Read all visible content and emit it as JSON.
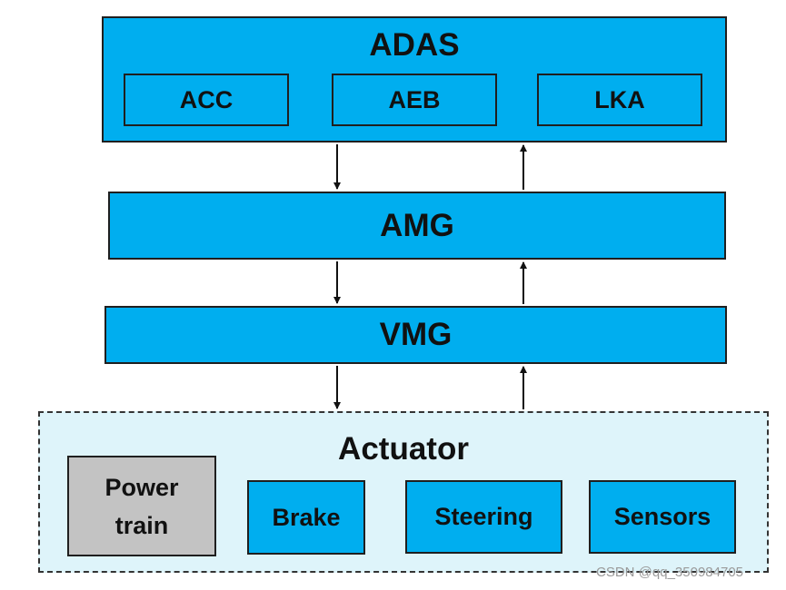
{
  "diagram": {
    "adas": {
      "title": "ADAS",
      "modules": [
        "ACC",
        "AEB",
        "LKA"
      ]
    },
    "amg": {
      "title": "AMG"
    },
    "vmg": {
      "title": "VMG"
    },
    "actuator": {
      "title": "Actuator",
      "modules": [
        "Power\ntrain",
        "Brake",
        "Steering",
        "Sensors"
      ]
    },
    "edges": [
      {
        "from": "ADAS",
        "to": "AMG"
      },
      {
        "from": "AMG",
        "to": "ADAS"
      },
      {
        "from": "AMG",
        "to": "VMG"
      },
      {
        "from": "VMG",
        "to": "AMG"
      },
      {
        "from": "VMG",
        "to": "Actuator"
      },
      {
        "from": "Actuator",
        "to": "VMG"
      }
    ],
    "colors": {
      "module_fill": "#00aeef",
      "powertrain_fill": "#c3c3c3",
      "actuator_fill": "#def4fa",
      "border": "#1f1f1f"
    }
  },
  "watermark": "CSDN @qq_350984705"
}
